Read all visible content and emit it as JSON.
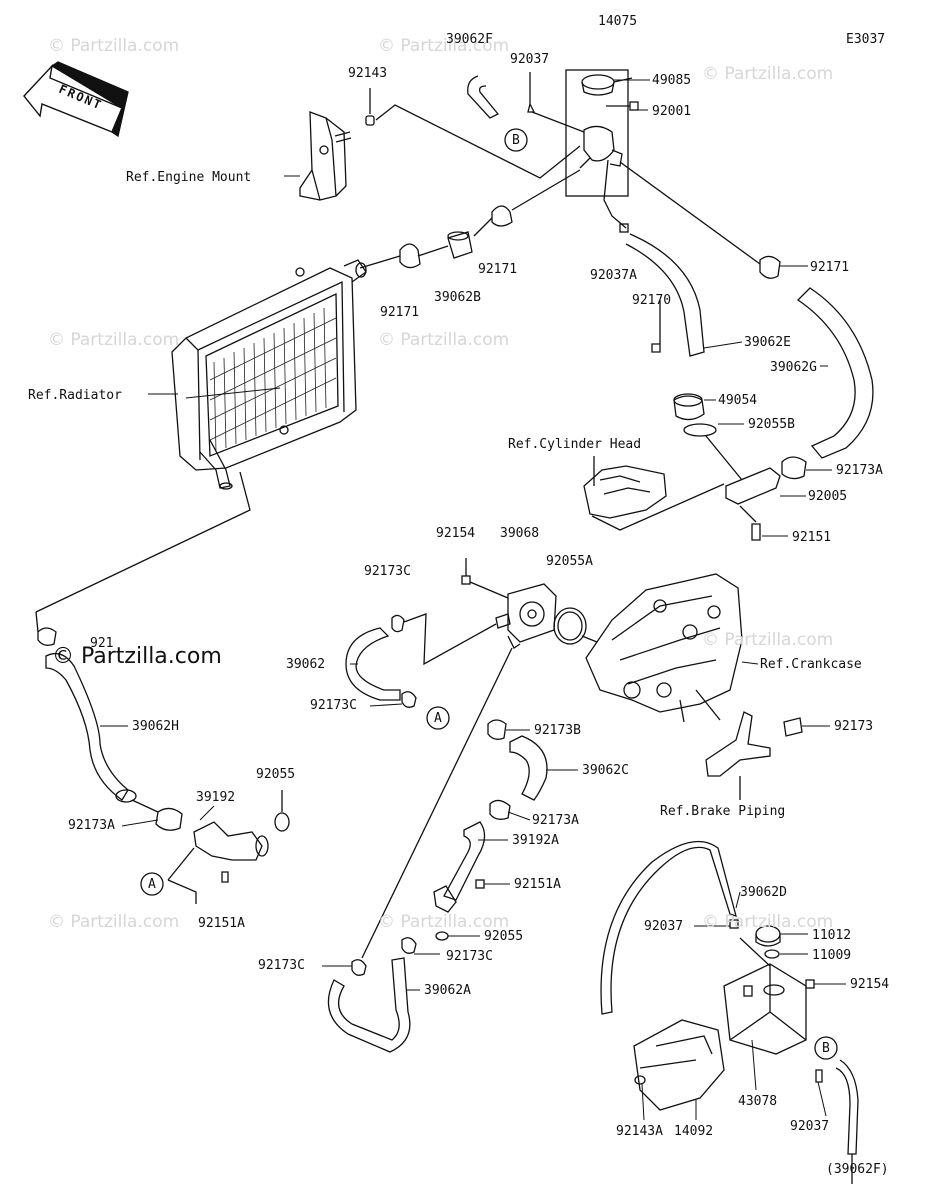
{
  "diagram": {
    "code": "E3037",
    "front_label": "FRONT",
    "watermark": "© Partzilla.com",
    "watermark_dark": "© Partzilla.com",
    "part_labels": {
      "p14075": "14075",
      "p39062F": "39062F",
      "p92037_top": "92037",
      "p49085": "49085",
      "p92143": "92143",
      "p92001": "92001",
      "p92171_a": "92171",
      "p92171_b": "92171",
      "p92171_c": "92171",
      "p39062B": "39062B",
      "p92037A": "92037A",
      "p92170": "92170",
      "p39062E": "39062E",
      "p39062G": "39062G",
      "p49054": "49054",
      "p92055B": "92055B",
      "p92173A_top": "92173A",
      "p92005": "92005",
      "p92151": "92151",
      "p92154_mid": "92154",
      "p39068": "39068",
      "p92055A": "92055A",
      "p92173C_a": "92173C",
      "p39062": "39062",
      "p92173C_b": "92173C",
      "p92173B": "92173B",
      "p92173": "92173",
      "p39062C": "39062C",
      "p92173A_mid": "92173A",
      "p39192A": "39192A",
      "p92151A_mid": "92151A",
      "p92055_mid": "92055",
      "p92173C_c": "92173C",
      "p92173C_d": "92173C",
      "p39062A": "39062A",
      "p39062H": "39062H",
      "p92055_left": "92055",
      "p39192": "39192",
      "p92173A_left": "92173A",
      "p92151A_left": "92151A",
      "p39062D": "39062D",
      "p92037_right": "92037",
      "p11012": "11012",
      "p11009": "11009",
      "p92154_right": "92154",
      "p92143A": "92143A",
      "p14092": "14092",
      "p43078": "43078",
      "p92037_bottom": "92037",
      "p39062F_ref": "(39062F)",
      "p921_partial": "921"
    },
    "ref_labels": {
      "engine_mount": "Ref.Engine Mount",
      "radiator": "Ref.Radiator",
      "cylinder_head": "Ref.Cylinder Head",
      "crankcase": "Ref.Crankcase",
      "brake_piping": "Ref.Brake Piping"
    },
    "callouts": {
      "A": "A",
      "B": "B"
    }
  }
}
